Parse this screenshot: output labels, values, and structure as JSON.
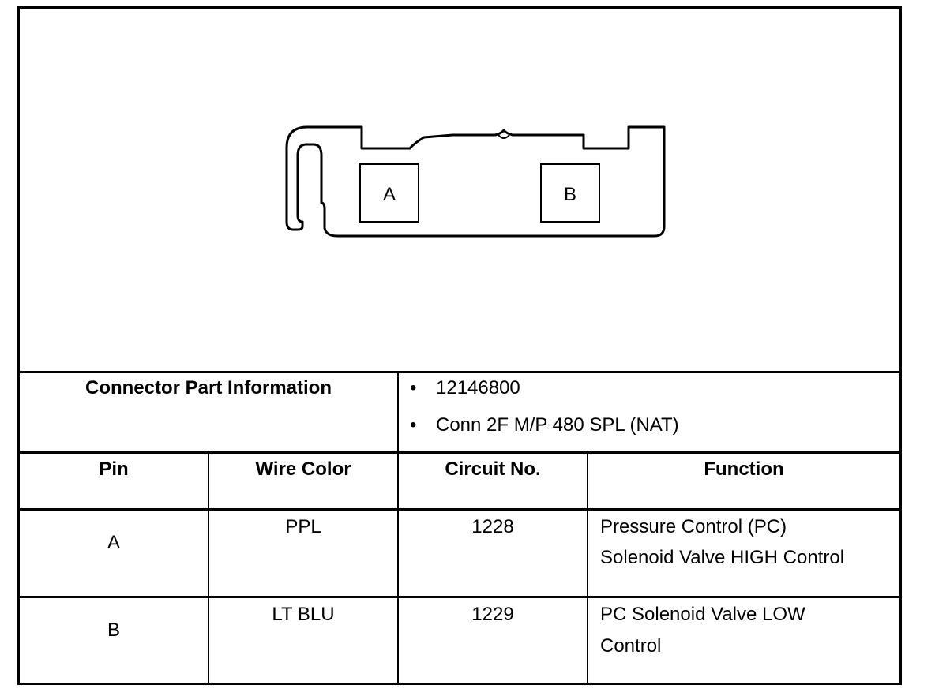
{
  "connector": {
    "cavity_a": "A",
    "cavity_b": "B"
  },
  "part_info": {
    "label": "Connector Part Information",
    "items": [
      "12146800",
      "Conn 2F M/P 480 SPL (NAT)"
    ],
    "bullet": "•"
  },
  "table": {
    "headers": {
      "pin": "Pin",
      "wire_color": "Wire Color",
      "circuit_no": "Circuit No.",
      "function": "Function"
    },
    "rows": [
      {
        "pin": "A",
        "wire_color": "PPL",
        "circuit_no": "1228",
        "function_line1": "Pressure Control (PC)",
        "function_line2": "Solenoid Valve HIGH Control"
      },
      {
        "pin": "B",
        "wire_color": "LT BLU",
        "circuit_no": "1229",
        "function_line1": "PC Solenoid Valve LOW",
        "function_line2": "Control"
      }
    ]
  }
}
